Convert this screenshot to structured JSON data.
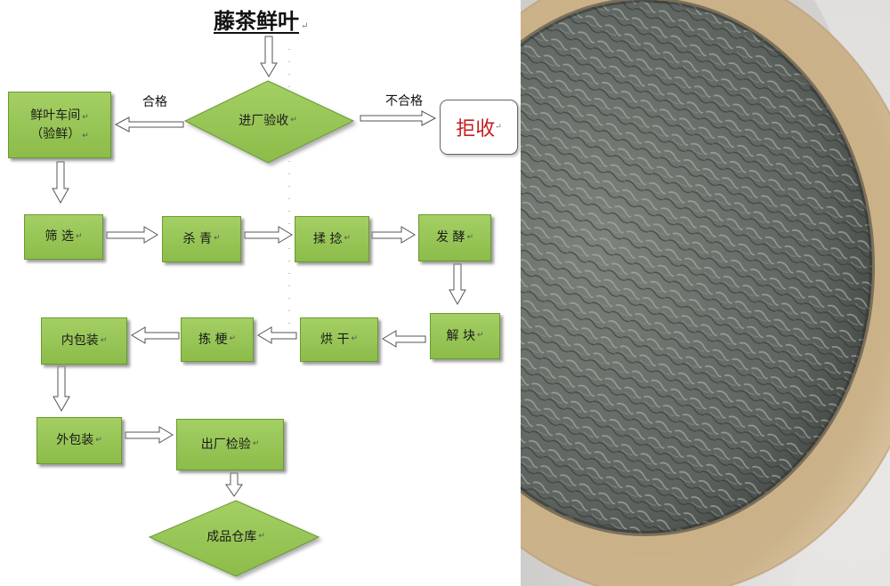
{
  "title": "藤茶鲜叶",
  "nodes": {
    "intake": "进厂验收",
    "fresh_leaf_room": "鲜叶车间",
    "fresh_leaf_room_sub": "（验鲜）",
    "reject": "拒收",
    "screening": "筛 选",
    "kill_green": "杀 青",
    "rolling": "揉 捻",
    "fermentation": "发 酵",
    "deblocking": "解 块",
    "drying": "烘  干",
    "stem_picking": "拣 梗",
    "inner_packing": "内包装",
    "outer_packing": "外包装",
    "factory_inspection": "出厂检验",
    "warehouse": "成品仓库"
  },
  "edge_labels": {
    "pass": "合格",
    "fail": "不合格"
  },
  "colors": {
    "box_fill": "#93c150",
    "reject_text": "#c81d1d"
  }
}
